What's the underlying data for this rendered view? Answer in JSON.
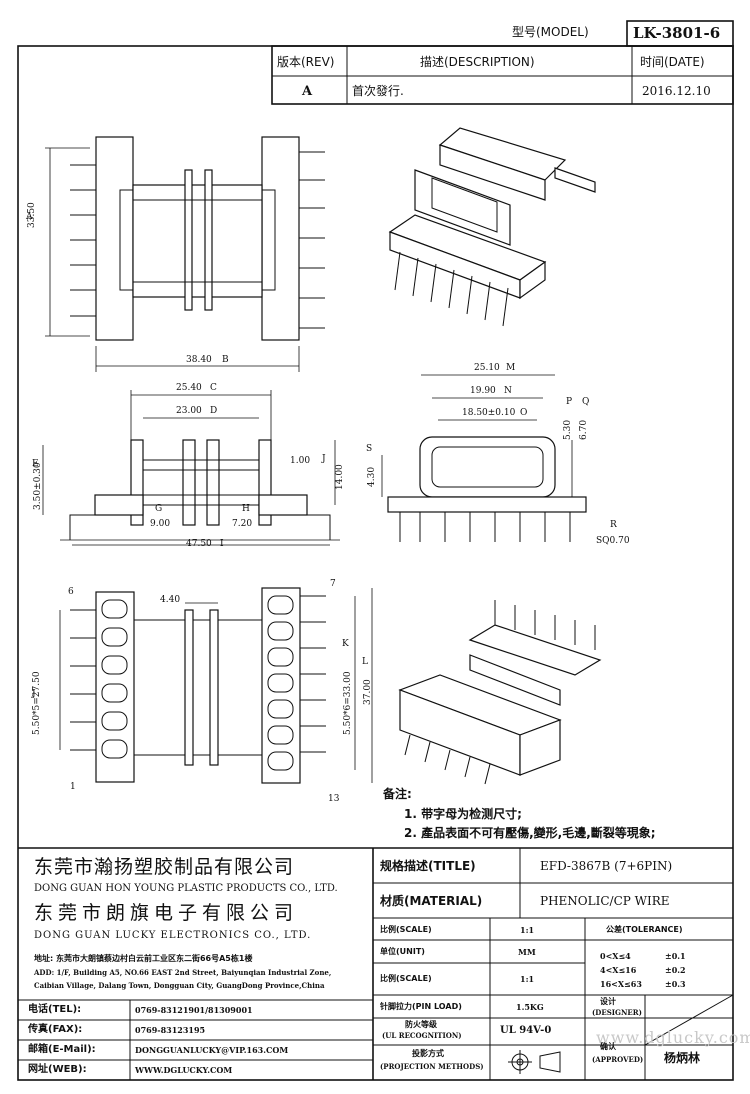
{
  "header": {
    "model_label": "型号(MODEL)",
    "model_value": "LK-3801-6"
  },
  "revision_table": {
    "col_rev": "版本(REV)",
    "col_desc": "描述(DESCRIPTION)",
    "col_date": "时间(DATE)",
    "rows": [
      {
        "rev": "A",
        "desc": "首次發行.",
        "date": "2016.12.10"
      }
    ]
  },
  "dimensions": {
    "side_height": "33.50",
    "side_height_tag": "A",
    "side_width": "38.40",
    "side_width_tag": "B",
    "front_c": "25.40",
    "front_c_tag": "C",
    "front_d": "23.00",
    "front_d_tag": "D",
    "front_e": "3.50±0.30",
    "front_e_tag": "E",
    "front_f": "1.00",
    "front_g": "9.00",
    "front_g_tag": "G",
    "front_h": "7.20",
    "front_h_tag": "H",
    "front_total": "47.50",
    "front_total_tag": "I",
    "front_14": "14.00",
    "front_14_tag": "J",
    "end_m": "25.10",
    "end_m_tag": "M",
    "end_n": "19.90",
    "end_n_tag": "N",
    "end_o": "18.50±0.10",
    "end_o_tag": "O",
    "end_p": "5.30",
    "end_p_tag": "P",
    "end_q": "6.70",
    "end_q_tag": "Q",
    "end_s": "4.30",
    "end_s_tag": "S",
    "end_r": "SQ0.70",
    "end_r_tag": "R",
    "bot_top": "4.40",
    "bot_left": "5.50*5=27.50",
    "bot_left_tag": "J",
    "bot_k": "5.50*6=33.00",
    "bot_k_tag": "K",
    "bot_l": "37.00",
    "bot_l_tag": "L",
    "pin6": "6",
    "pin7": "7",
    "pin1": "1",
    "pin13": "13"
  },
  "notes": {
    "title": "备注:",
    "items": [
      "1. 带字母为检测尺寸;",
      "2. 產品表面不可有壓傷,變形,毛邊,斷裂等現象;"
    ]
  },
  "company": {
    "name1_cn": "东莞市瀚扬塑胶制品有限公司",
    "name1_en": "DONG GUAN HON YOUNG PLASTIC PRODUCTS CO., LTD.",
    "name2_cn": "东莞市朗旗电子有限公司",
    "name2_en": "DONG GUAN LUCKY ELECTRONICS CO., LTD.",
    "address_cn": "地址: 东莞市大朗镇蔡边村白云前工业区东二街66号A5栋1楼",
    "address_en1": "ADD: 1/F, Building A5, NO.66 EAST 2nd Street, Baiyunqian Industrial Zone,",
    "address_en2": "Caibian Village, Dalang Town, Dongguan City, GuangDong Province,China"
  },
  "contacts": [
    {
      "label": "电话(TEL):",
      "value": "0769-83121901/81309001"
    },
    {
      "label": "传真(FAX):",
      "value": "0769-83123195"
    },
    {
      "label": "邮箱(E-Mail):",
      "value": "DONGGUANLUCKY@VIP.163.COM"
    },
    {
      "label": "网址(WEB):",
      "value": "WWW.DGLUCKY.COM"
    }
  ],
  "spec": {
    "title_label": "规格描述(TITLE)",
    "title_value": "EFD-3867B (7+6PIN)",
    "material_label": "材质(MATERIAL)",
    "material_value": "PHENOLIC/CP WIRE",
    "scale_label": "比例(SCALE)",
    "scale_value": "1:1",
    "tolerance_label": "公差(TOLERANCE)",
    "unit_label": "单位(UNIT)",
    "unit_value": "MM",
    "scale2_label": "比例(SCALE)",
    "scale2_value": "1:1",
    "tol1": "0<X≤4",
    "tol1v": "±0.1",
    "tol2": "4<X≤16",
    "tol2v": "±0.2",
    "tol3": "16<X≤63",
    "tol3v": "±0.3",
    "pinload_label": "针脚拉力(PIN LOAD)",
    "pinload_value": "1.5KG",
    "designer_label_cn": "设计",
    "designer_label_en": "(DESIGNER)",
    "ul_label_cn": "防火等级",
    "ul_label_en": "(UL RECOGNITION)",
    "ul_value": "UL 94V-0",
    "approved_label_cn": "确认",
    "approved_label_en": "(APPROVED)",
    "approved_value": "杨炳林",
    "proj_label_cn": "投影方式",
    "proj_label_en": "(PROJECTION METHODS)",
    "watermark": "www.dglucky.com"
  }
}
